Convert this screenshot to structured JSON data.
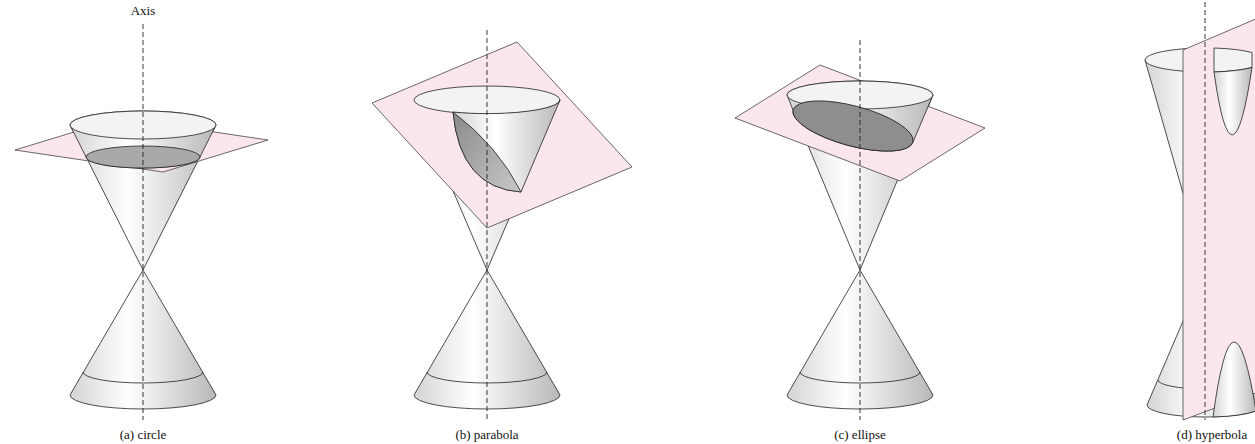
{
  "diagram": {
    "labels": [
      "Axis",
      "(a) circle",
      "(b) parabola",
      "(c) ellipse",
      "(d) hyperbola"
    ]
  }
}
